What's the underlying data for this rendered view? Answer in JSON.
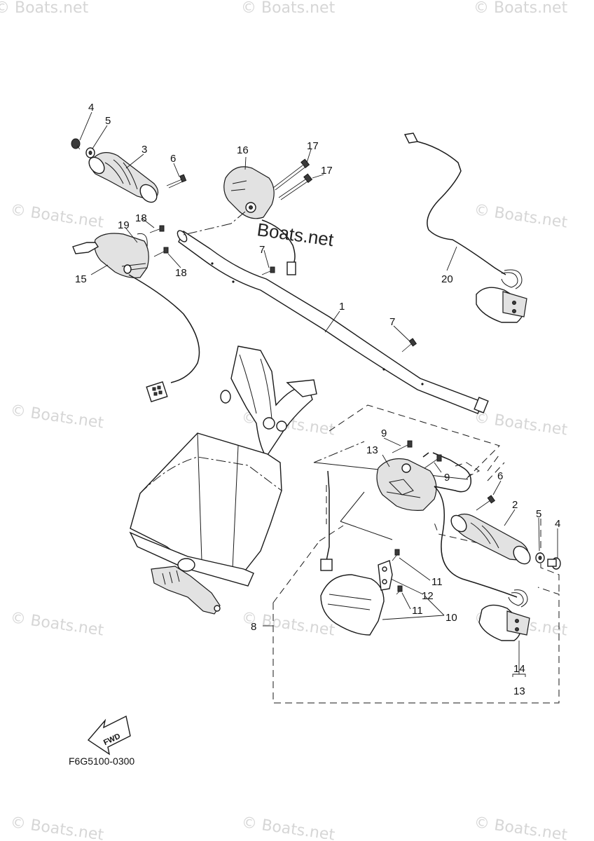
{
  "diagram_code": "F6G5100-0300",
  "watermarks": {
    "tiled_text": "© Boats.net",
    "center_text": "Boats.net"
  },
  "fwd_arrow_text": "FWD",
  "callouts": {
    "c1": "1",
    "c2": "2",
    "c3": "3",
    "c4a": "4",
    "c4b": "4",
    "c5a": "5",
    "c5b": "5",
    "c6a": "6",
    "c6b": "6",
    "c7a": "7",
    "c7b": "7",
    "c8": "8",
    "c9a": "9",
    "c9b": "9",
    "c10": "10",
    "c11a": "11",
    "c11b": "11",
    "c12": "12",
    "c13a": "13",
    "c13b": "13",
    "c14": "14",
    "c15": "15",
    "c16": "16",
    "c17a": "17",
    "c17b": "17",
    "c18a": "18",
    "c18b": "18",
    "c19": "19",
    "c20": "20"
  }
}
